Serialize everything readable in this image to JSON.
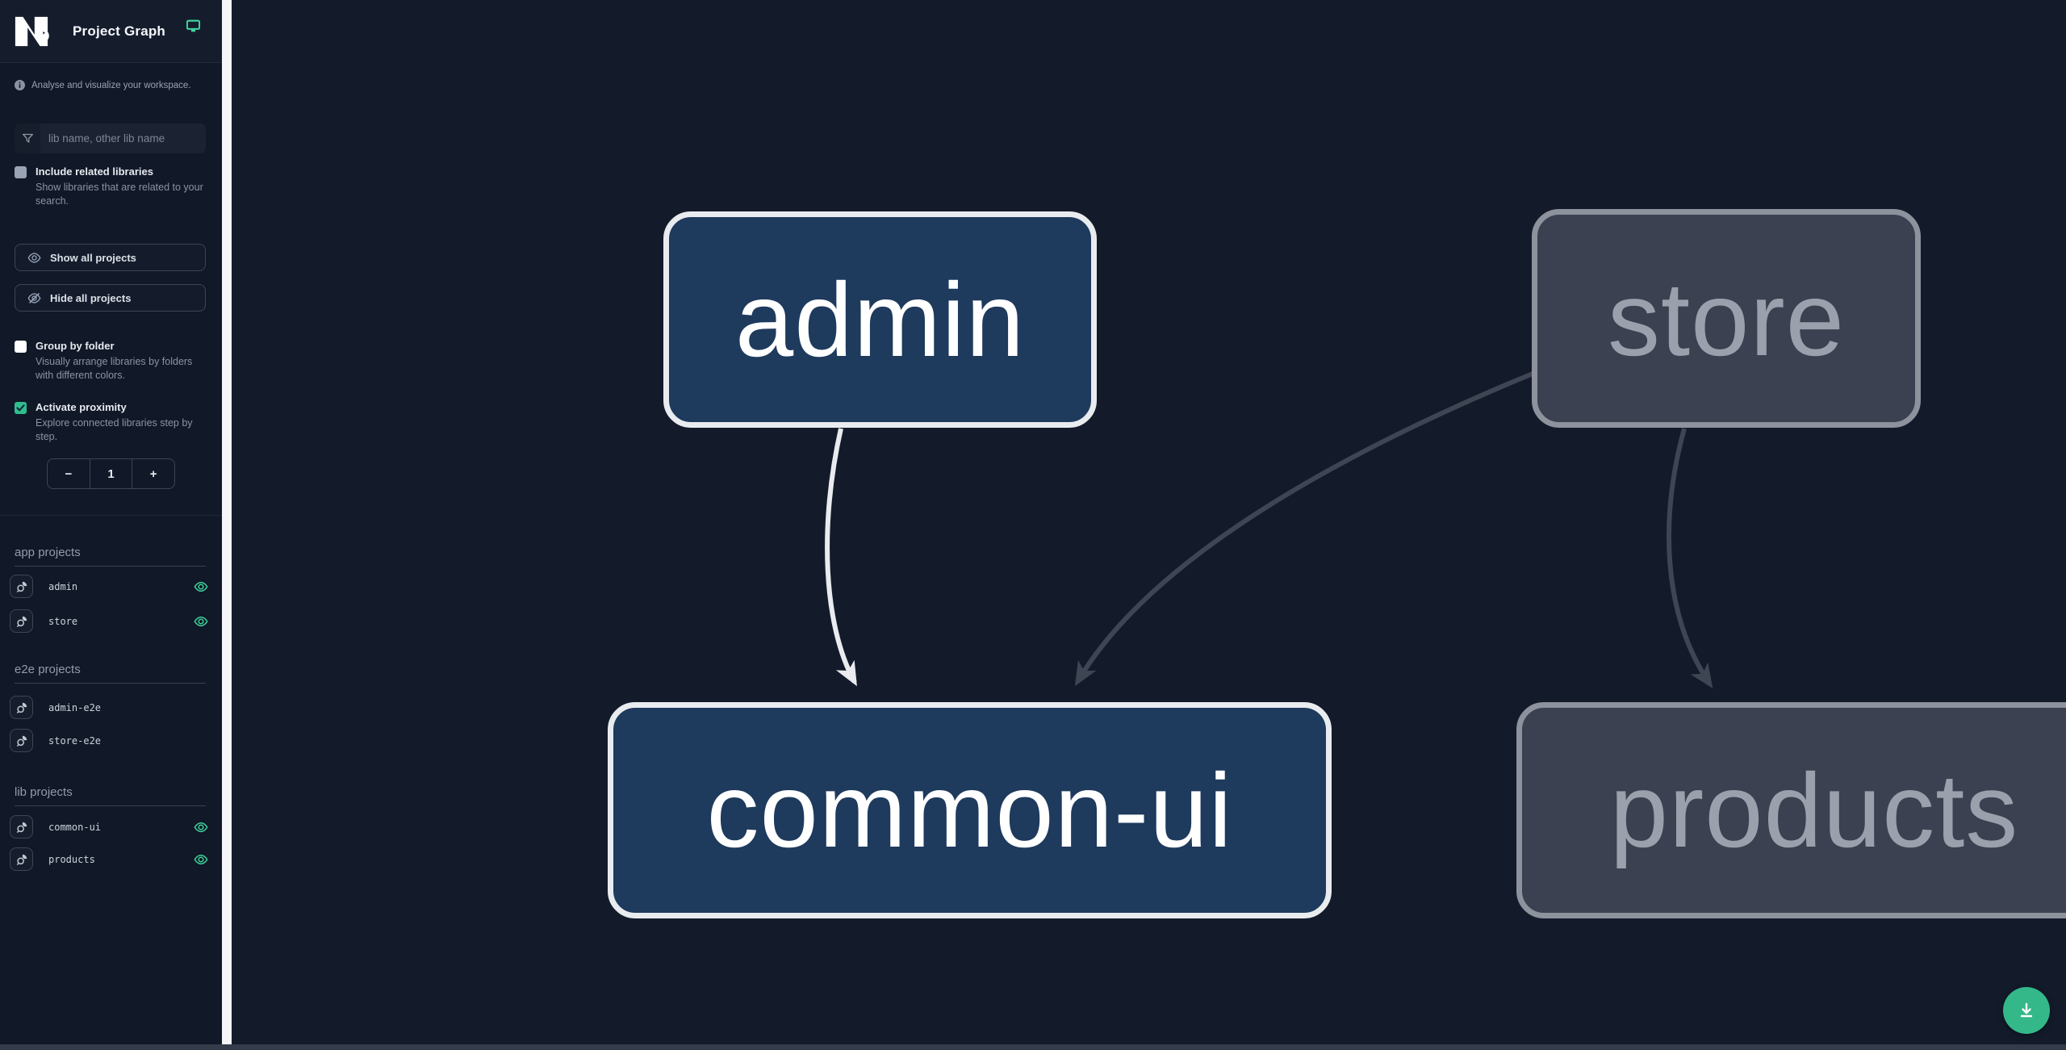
{
  "app": {
    "title": "Project Graph"
  },
  "sidebar": {
    "tagline": "Analyse and visualize your workspace.",
    "search_placeholder": "lib name, other lib name",
    "include_related": {
      "label": "Include related libraries",
      "description": "Show libraries that are related to your search.",
      "checked": false
    },
    "show_all_label": "Show all projects",
    "hide_all_label": "Hide all projects",
    "group_by_folder": {
      "label": "Group by folder",
      "description": "Visually arrange libraries by folders with different colors.",
      "checked": false
    },
    "activate_proximity": {
      "label": "Activate proximity",
      "description": "Explore connected libraries step by step.",
      "checked": true
    },
    "proximity": {
      "decrement": "−",
      "value": "1",
      "increment": "+"
    },
    "sections": [
      {
        "title": "app projects",
        "items": [
          {
            "name": "admin",
            "visible": true
          },
          {
            "name": "store",
            "visible": true
          }
        ]
      },
      {
        "title": "e2e projects",
        "items": [
          {
            "name": "admin-e2e",
            "visible": false
          },
          {
            "name": "store-e2e",
            "visible": false
          }
        ]
      },
      {
        "title": "lib projects",
        "items": [
          {
            "name": "common-ui",
            "visible": true
          },
          {
            "name": "products",
            "visible": true
          }
        ]
      }
    ]
  },
  "graph": {
    "nodes": [
      {
        "label": "admin",
        "state": "focused"
      },
      {
        "label": "store",
        "state": "faded"
      },
      {
        "label": "common-ui",
        "state": "focused"
      },
      {
        "label": "products",
        "state": "faded"
      }
    ],
    "edges": [
      {
        "source": "admin",
        "target": "common-ui",
        "style": "highlighted"
      },
      {
        "source": "store",
        "target": "common-ui",
        "style": "faded"
      },
      {
        "source": "store",
        "target": "products",
        "style": "faded"
      }
    ]
  },
  "colors": {
    "accent_green": "#34b88a",
    "eye_green": "#3ed29a",
    "checkbox_green": "#2fbe8e",
    "node_focused_bg": "#1e3a5d",
    "node_focused_border": "#e9ecef",
    "node_faded_bg": "#3b4150",
    "node_faded_border": "#8d929d",
    "node_faded_text": "#9ba1ac",
    "edge_highlight": "#e9ebee",
    "edge_faded": "#3e4553"
  }
}
